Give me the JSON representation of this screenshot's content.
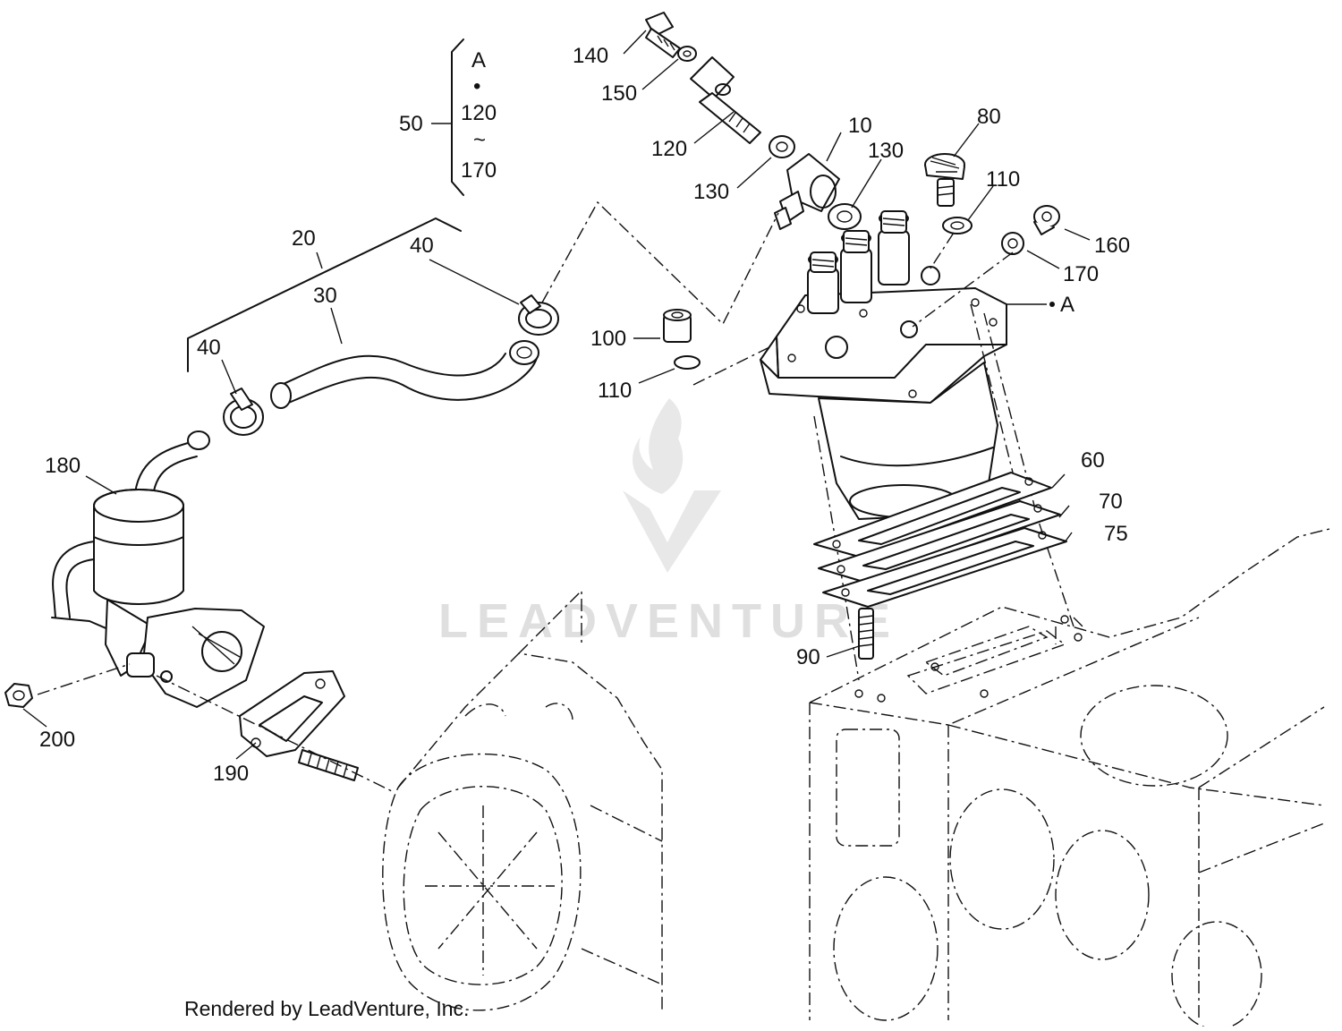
{
  "diagram": {
    "callouts": {
      "c10": "10",
      "c20": "20",
      "c30": "30",
      "c40a": "40",
      "c40b": "40",
      "c50": "50",
      "c60": "60",
      "c70": "70",
      "c75": "75",
      "c80": "80",
      "c90": "90",
      "c100": "100",
      "c110a": "110",
      "c110b": "110",
      "c120": "120",
      "c130a": "130",
      "c130b": "130",
      "c140": "140",
      "c150": "150",
      "c160": "160",
      "c170": "170",
      "c180": "180",
      "c190": "190",
      "c200": "200",
      "cA": "A"
    },
    "bracket_50": {
      "top": "A",
      "bullet": "•",
      "from": "120",
      "tilde": "~",
      "to": "170"
    },
    "watermark": "LEADVENTURE",
    "credit": "Rendered by LeadVenture, Inc."
  }
}
